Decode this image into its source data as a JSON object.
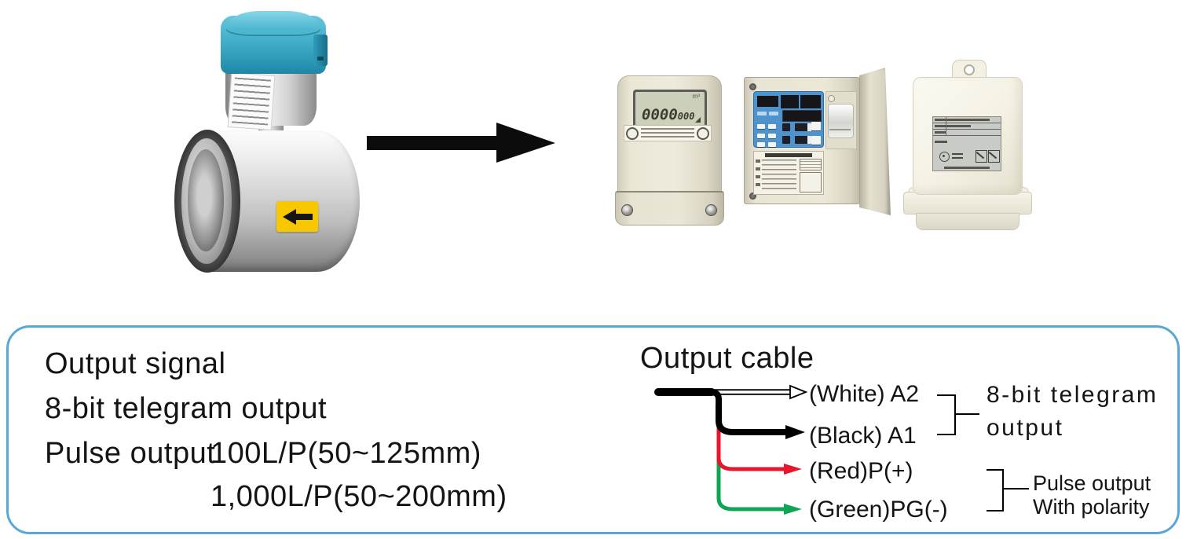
{
  "meter_lcd": {
    "value_main": "0000",
    "value_sub": "000",
    "unit": "m³"
  },
  "spec_box": {
    "border_color": "#58a8d7",
    "output_signal": "Output signal",
    "telegram_line": "8-bit telegram output",
    "pulse_label": "Pulse output",
    "pulse_value_1": "100L/P(50~125mm)",
    "pulse_value_2": "1,000L/P(50~200mm)",
    "cable": {
      "title": "Output cable",
      "wires": [
        {
          "label": "(White) A2",
          "color": "#ffffff"
        },
        {
          "label": "(Black) A1",
          "color": "#000000"
        },
        {
          "label": "(Red)P(+)",
          "color": "#e8162c"
        },
        {
          "label": "(Green)PG(-)",
          "color": "#10a554"
        }
      ],
      "groups": [
        {
          "line1": "8-bit telegram",
          "line2": "output"
        },
        {
          "line1": "Pulse output",
          "line2": "With polarity"
        }
      ]
    }
  }
}
